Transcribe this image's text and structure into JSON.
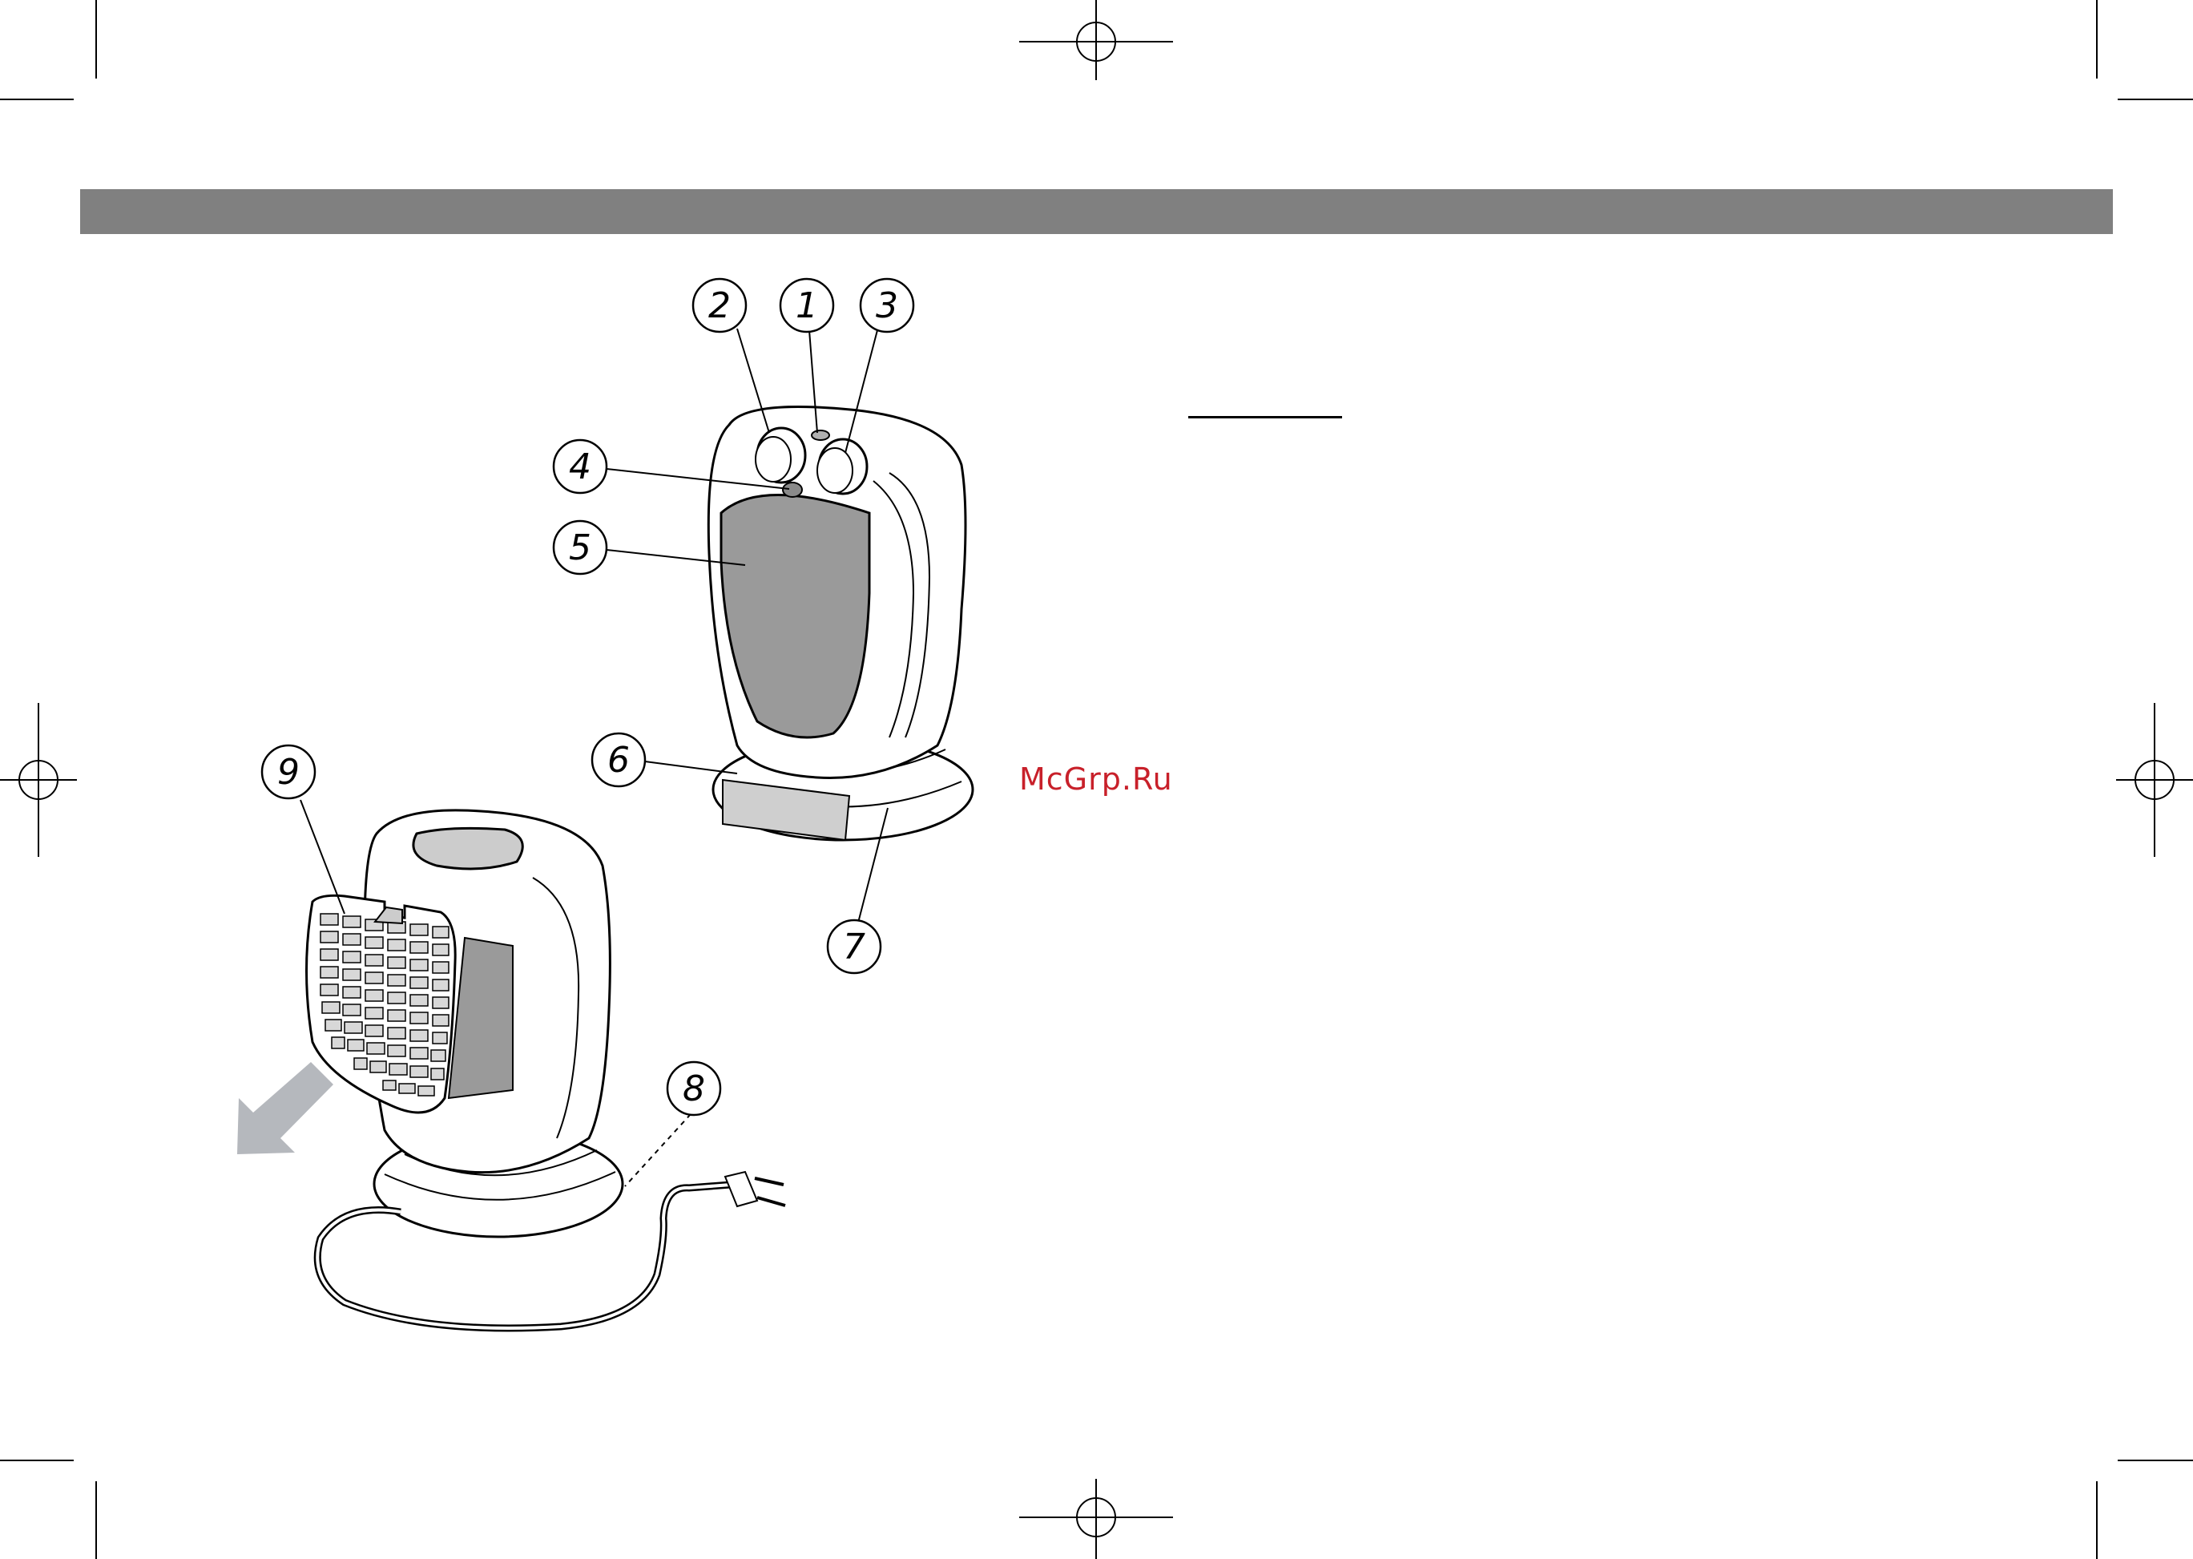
{
  "watermark": {
    "text": "McGrp.Ru",
    "color": "#c8202a"
  },
  "header_bar": {
    "color": "#808080"
  },
  "callouts": [
    {
      "id": "c1",
      "number": "1"
    },
    {
      "id": "c2",
      "number": "2"
    },
    {
      "id": "c3",
      "number": "3"
    },
    {
      "id": "c4",
      "number": "4"
    },
    {
      "id": "c5",
      "number": "5"
    },
    {
      "id": "c6",
      "number": "6"
    },
    {
      "id": "c7",
      "number": "7"
    },
    {
      "id": "c8",
      "number": "8"
    },
    {
      "id": "c9",
      "number": "9"
    }
  ],
  "colors": {
    "panel_gray": "#9a9a9a",
    "light_gray": "#cfcfcf",
    "arrow_gray": "#b5b8bd"
  }
}
